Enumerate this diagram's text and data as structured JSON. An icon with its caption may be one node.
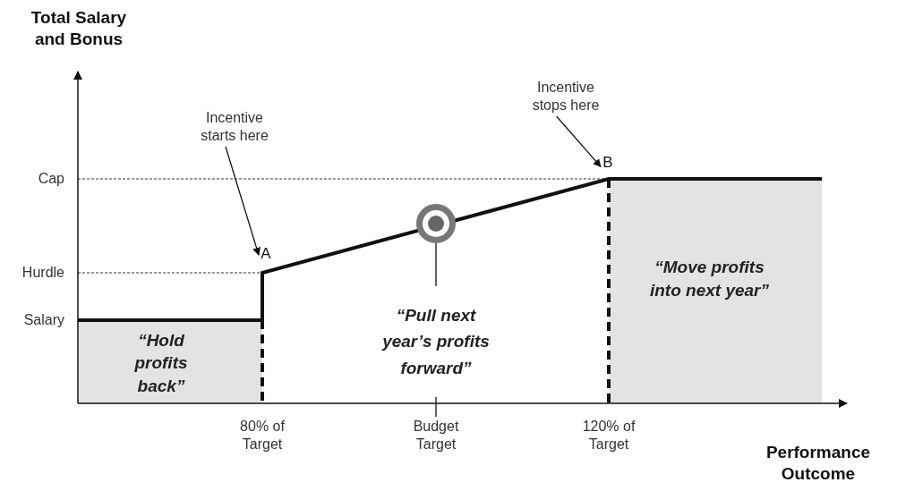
{
  "diagram": {
    "nodes": [
      {
        "text": [
          "Incentive starts here"
        ]
      },
      {
        "text": [
          "A"
        ]
      },
      {
        "text": [
          "Incentive stops here"
        ]
      },
      {
        "text": [
          "B"
        ]
      },
      {
        "text": [],
        "shape": "circle"
      },
      {
        "text": [
          "“Pull next year’s profits forward”"
        ]
      },
      {
        "text": [
          "Budget Target"
        ]
      }
    ],
    "edges": [
      {
        "from": 0,
        "to": 1,
        "arrow": "to"
      },
      {
        "from": 2,
        "to": 3,
        "arrow": "to"
      },
      {
        "from": 4,
        "to": 5,
        "arrow": "none"
      },
      {
        "from": 5,
        "to": 6,
        "arrow": "none"
      }
    ],
    "labels": [
      "Total Salary and Bonus",
      "Cap",
      "Hurdle",
      "Salary",
      "“Hold profits back”",
      "“Move profits into next year”",
      "80% of Target",
      "120% of Target",
      "Performance Outcome"
    ]
  }
}
